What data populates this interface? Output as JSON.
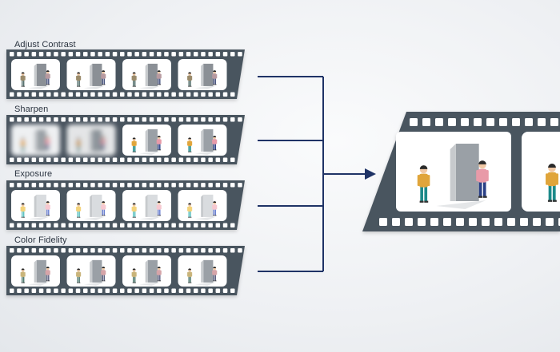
{
  "rows": [
    {
      "label": "Adjust Contrast",
      "variant": "contrast"
    },
    {
      "label": "Sharpen",
      "variant": "sharpen"
    },
    {
      "label": "Exposure",
      "variant": "exposure"
    },
    {
      "label": "Color Fidelity",
      "variant": "color"
    }
  ],
  "colors": {
    "film": "#4a545f",
    "connector": "#1f3366",
    "frame_bg": "#ffffff",
    "wall": "#9aa0a6",
    "shirt_left": "#e0a53a",
    "pants_left": "#1f8a8a",
    "shirt_right": "#e89aa8",
    "pants_right": "#2c3f86"
  },
  "icons": [
    "arrow-right-icon",
    "person-man-icon",
    "person-woman-icon"
  ]
}
